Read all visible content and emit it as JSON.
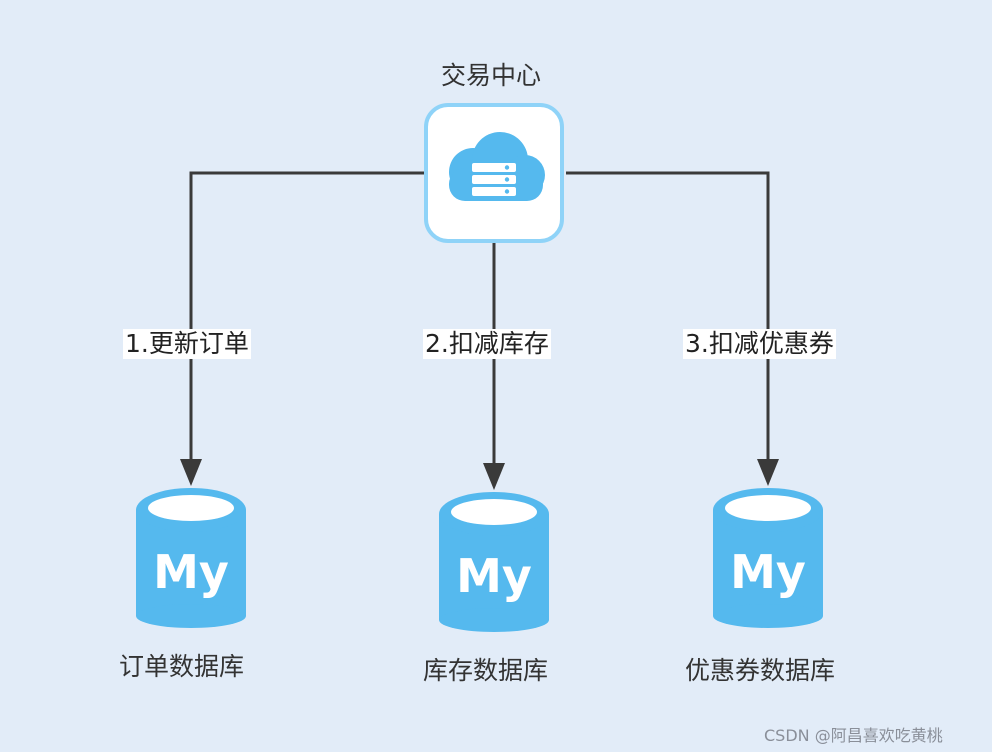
{
  "hub": {
    "title": "交易中心",
    "icon": "cloud-server-icon"
  },
  "edges": [
    {
      "label": "1.更新订单"
    },
    {
      "label": "2.扣减库存"
    },
    {
      "label": "3.扣减优惠券"
    }
  ],
  "databases": [
    {
      "name": "订单数据库",
      "logo_text": "My"
    },
    {
      "name": "库存数据库",
      "logo_text": "My"
    },
    {
      "name": "优惠券数据库",
      "logo_text": "My"
    }
  ],
  "watermark": "CSDN @阿昌喜欢吃黄桃",
  "colors": {
    "background": "#e2ecf8",
    "accent": "#55b9ee",
    "arrow": "#333333"
  }
}
